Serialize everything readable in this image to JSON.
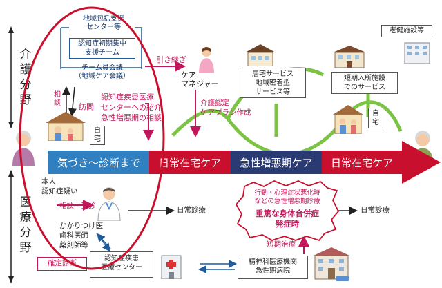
{
  "side": {
    "kaigo": [
      "介",
      "護",
      "分",
      "野"
    ],
    "iryo": [
      "医",
      "療",
      "分",
      "野"
    ]
  },
  "top": {
    "shien_center": "地域包括支援\nセンター等",
    "shuchu_team": "認知症初期集中\n支援チーム",
    "team_kaigi": "チーム員会議\n（地域ケア会議）",
    "soudan": "相\n談",
    "houmon": "訪問",
    "iryo_shokai": "認知症疾患医療\nセンターへの紹介\n急性増悪期の相談",
    "hikitsugi": "引き継ぎ",
    "care_manager": "ケア\nマネジャー",
    "kaigo_nintei": "介護認定\nケアプラン作成",
    "kyotaku": "居宅サービス\n地域密着型\nサービス等",
    "rojin_shisetsu": "老健施設等",
    "tanki_nyusho": "短期入所施設\nでのサービス",
    "jitaku_left": "自\n宅",
    "jitaku_right": "自\n宅"
  },
  "band": {
    "segments": [
      "気づき～診断まで",
      "日常在宅ケア",
      "急性増悪期ケア",
      "日常在宅ケア"
    ],
    "colors": [
      "#2f7fc1",
      "#c8102e",
      "#2a3b74",
      "#c8102e"
    ]
  },
  "bottom": {
    "honnin": "本人\n認知症疑い",
    "soudan_jushin": "相談・受診",
    "kakaritsuke": "かかりつけ医\n歯科医師\n薬剤師等",
    "kakutei": "確定診断",
    "shikkan_center": "認知症疾患\n医療センター",
    "nichijo_shinryo_1": "日常診療",
    "nichijo_shinryo_2": "日常診療",
    "kyusei": "行動・心理症状悪化時\nなどの急性増悪期診療",
    "jutoku": "重篤な身体合併症\n発症時",
    "tanki_chiryo": "短期治療",
    "seishin_byoin": "精神科医療機関\n急性期病院"
  },
  "icons": {
    "caregiver": "caregiver-icon",
    "elderly": "elderly-person-icon",
    "doctor": "doctor-icon",
    "house": "house-icon",
    "hospital": "hospital-icon",
    "facility": "facility-building-icon"
  },
  "colors": {
    "magenta": "#c2185b",
    "green": "#7cc243",
    "navy": "#1f5a9a",
    "red_circle": "#c8102e"
  }
}
